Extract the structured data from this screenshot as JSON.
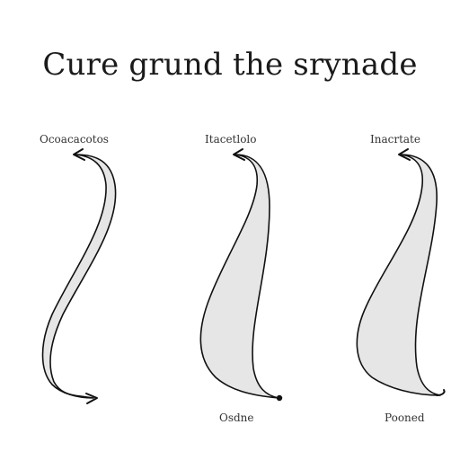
{
  "title": "Cure grund the srynade",
  "curves": [
    {
      "top_label": "Ocoacacotos",
      "bottom_label": ""
    },
    {
      "top_label": "Itacetlolo",
      "bottom_label": "Osdne"
    },
    {
      "top_label": "Inacrtate",
      "bottom_label": "Pooned"
    }
  ],
  "colors": {
    "stroke": "#111111",
    "fill": "#e6e6e6",
    "text": "#333333"
  }
}
